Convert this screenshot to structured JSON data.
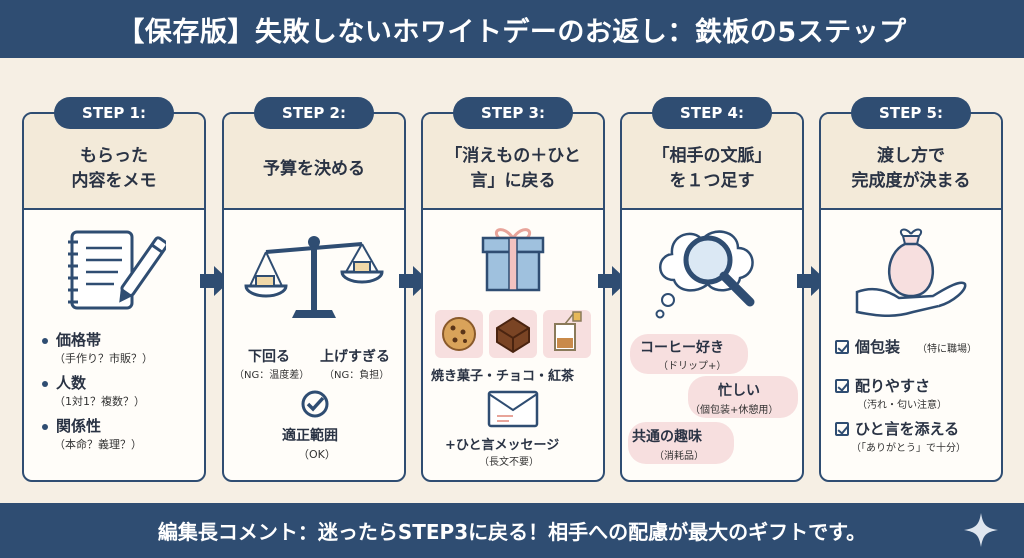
{
  "header": {
    "title": "【保存版】失敗しないホワイトデーのお返し：鉄板の5ステップ"
  },
  "steps": [
    {
      "label": "STEP 1:",
      "title": "もらった\n内容をメモ",
      "items": [
        {
          "main": "価格帯",
          "sub": "（手作り？市販？）"
        },
        {
          "main": "人数",
          "sub": "（1対1？複数？）"
        },
        {
          "main": "関係性",
          "sub": "（本命？義理？）"
        }
      ]
    },
    {
      "label": "STEP 2:",
      "title": "予算を決める",
      "left": {
        "main": "下回る",
        "sub": "（NG：温度差）"
      },
      "right": {
        "main": "上げすぎる",
        "sub": "（NG：負担）"
      },
      "ok": {
        "main": "適正範囲",
        "sub": "（OK）"
      }
    },
    {
      "label": "STEP 3:",
      "title": "「消えもの＋ひと\n言」に戻る",
      "sweets": "焼き菓子・チョコ・紅茶",
      "message": "+ひと言メッセージ",
      "message_sub": "（長文不要）"
    },
    {
      "label": "STEP 4:",
      "title": "「相手の文脈」\nを１つ足す",
      "bubbles": [
        {
          "main": "コーヒー好き",
          "sub": "（ドリップ+）"
        },
        {
          "main": "忙しい",
          "sub": "（個包装+休憩用）"
        },
        {
          "main": "共通の趣味",
          "sub": "（消耗品）"
        }
      ]
    },
    {
      "label": "STEP 5:",
      "title": "渡し方で\n完成度が決まる",
      "checks": [
        {
          "main": "個包装",
          "note": "（特に職場）"
        },
        {
          "main": "配りやすさ",
          "sub": "（汚れ・匂い注意）"
        },
        {
          "main": "ひと言を添える",
          "sub": "（「ありがとう」で十分）"
        }
      ]
    }
  ],
  "footer": {
    "comment": "編集長コメント：迷ったらSTEP3に戻る！相手への配慮が最大のギフトです。"
  },
  "colors": {
    "navy": "#2f4d72",
    "cream": "#f6efe4",
    "pink": "#f7dfdf",
    "accent": "#e8a49a"
  }
}
